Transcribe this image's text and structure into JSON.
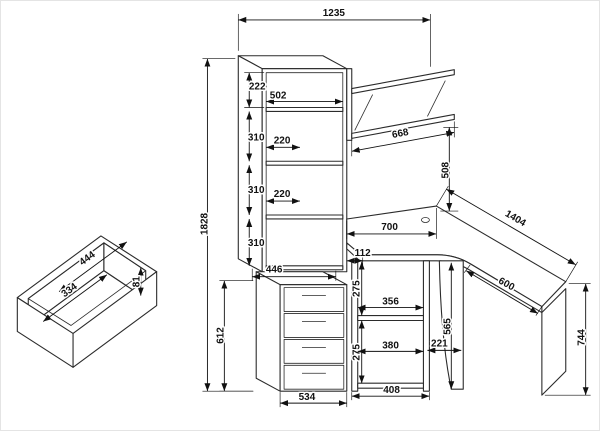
{
  "drawing": {
    "background": "#ffffff",
    "line_color": "#2b2b2b"
  },
  "dims": {
    "overall_width": "1235",
    "overall_height": "1828",
    "pedestal_height": "612",
    "top_gap": "222",
    "shelf_width": "502",
    "shelf_gap_1": "310",
    "shelf_depth_1": "220",
    "shelf_gap_2": "310",
    "shelf_depth_2": "220",
    "shelf_gap_3": "310",
    "wall_shelf_length": "668",
    "shelf_to_desk": "508",
    "pedestal_top_depth": "446",
    "desk_left_span": "700",
    "desk_offset": "112",
    "desk_total_length": "1404",
    "desk_wing_width": "600",
    "desk_height": "744",
    "niche_top_height": "275",
    "niche_top_width": "356",
    "niche_bottom_height": "275",
    "niche_bottom_width": "380",
    "support_width": "221",
    "support_height": "565",
    "pedestal_width": "534",
    "niche_span": "408",
    "drawer_length": "444",
    "drawer_width": "334",
    "drawer_depth": "81"
  }
}
